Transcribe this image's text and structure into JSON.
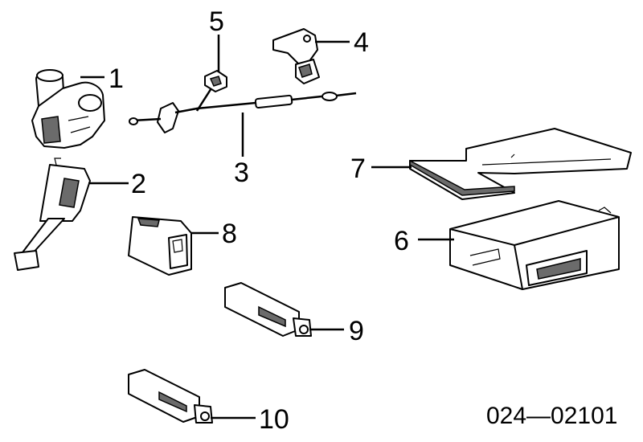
{
  "callouts": [
    "1",
    "2",
    "3",
    "4",
    "5",
    "6",
    "7",
    "8",
    "9",
    "10"
  ],
  "diagram_code": "024—02101"
}
